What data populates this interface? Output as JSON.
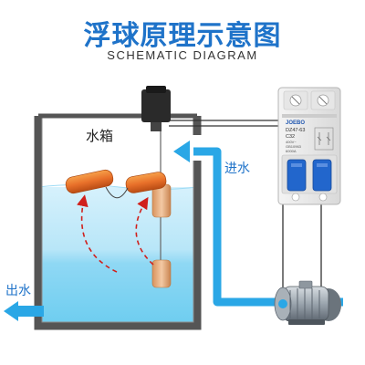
{
  "title": "浮球原理示意图",
  "subtitle": "SCHEMATIC DIAGRAM",
  "labels": {
    "tank": "水箱",
    "inlet": "进水",
    "outlet": "出水"
  },
  "breaker": {
    "brand": "JOEBO",
    "model": "DZ47-63",
    "rating": "C32",
    "spec_1": "400V~",
    "spec_2": "GB10963",
    "spec_3": "6000A"
  },
  "colors": {
    "title": "#1f73c9",
    "water_top": "#bfe9fa",
    "water_bottom": "#7fd3f3",
    "pipe": "#2aa7e6",
    "float": "#e8702a",
    "weight": "#e9b48a",
    "arrow_dashed": "#d0201c",
    "breaker_blue": "#2266cc"
  }
}
